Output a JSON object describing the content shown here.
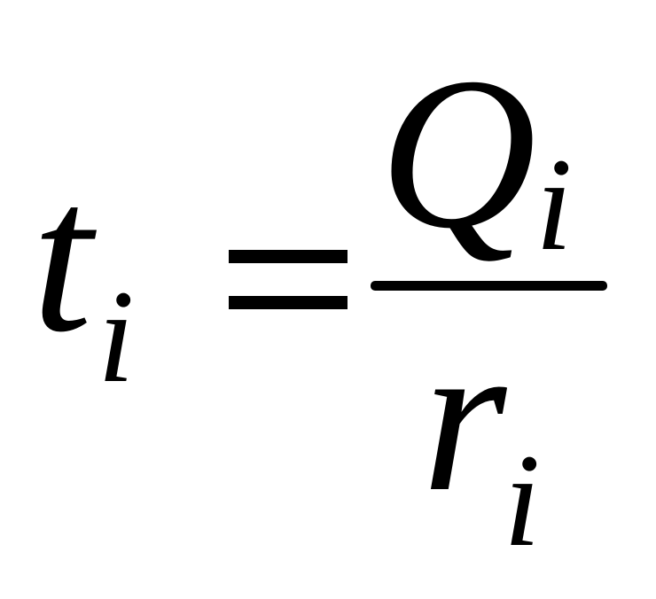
{
  "formula": {
    "lhs": {
      "symbol": "t",
      "subscript": "i"
    },
    "relation": "=",
    "numerator": {
      "symbol": "Q",
      "subscript": "i"
    },
    "denominator": {
      "symbol": "r",
      "subscript": "i"
    }
  }
}
